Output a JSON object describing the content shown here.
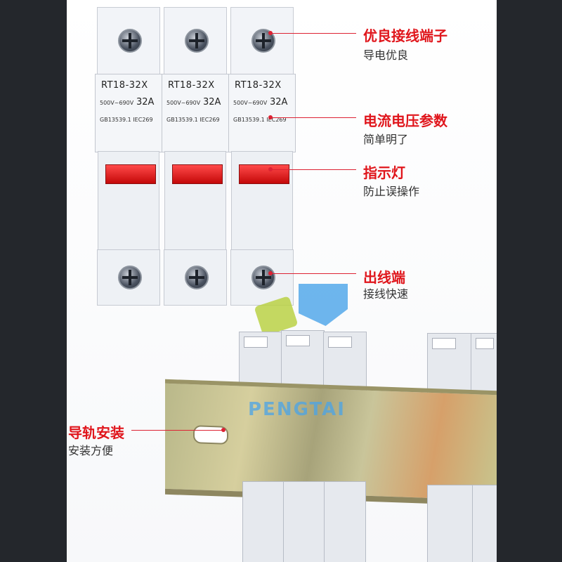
{
  "fuse_modules": [
    {
      "model": "RT18-32X",
      "voltage": "500V~690V",
      "current": "32A",
      "standard": "GB13539.1  IEC269"
    },
    {
      "model": "RT18-32X",
      "voltage": "500V~690V",
      "current": "32A",
      "standard": "GB13539.1  IEC269"
    },
    {
      "model": "RT18-32X",
      "voltage": "500V~690V",
      "current": "32A",
      "standard": "GB13539.1  IEC269"
    }
  ],
  "callouts": {
    "terminal": {
      "title": "优良接线端子",
      "subtitle": "导电优良"
    },
    "params": {
      "title": "电流电压参数",
      "subtitle": "简单明了"
    },
    "indicator": {
      "title": "指示灯",
      "subtitle": "防止误操作"
    },
    "outlet": {
      "title": "出线端",
      "subtitle": "接线快速"
    },
    "rail": {
      "title": "导轨安装",
      "subtitle": "安装方便"
    }
  },
  "watermark": "PENGTAI",
  "colors": {
    "accent_red": "#e0161c",
    "frame_dark": "#24272c",
    "indicator_red": "#e01010",
    "logo_blue": "#4aa4e8",
    "logo_green": "#b6cf3a",
    "logo_orange": "#f2a84a"
  }
}
